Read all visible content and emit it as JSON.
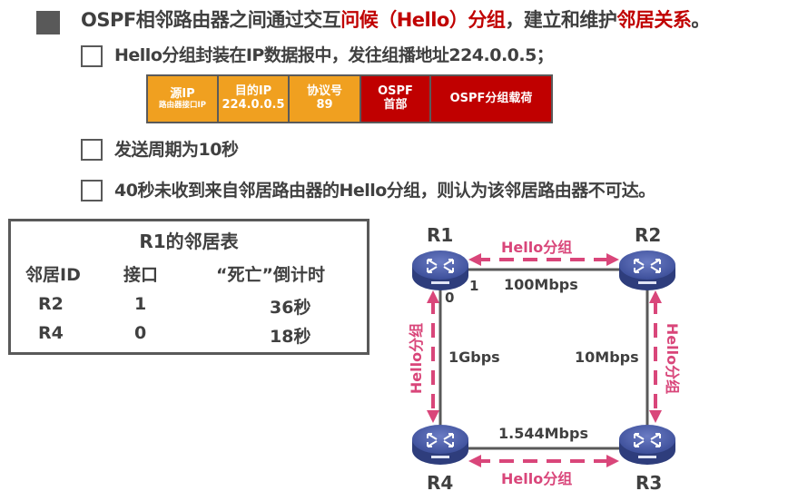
{
  "bullet_main": {
    "text_part1": "OSPF相邻路由器之间通过交互",
    "text_highlight1": "问候（Hello）分组",
    "text_part2": "，建立和维护",
    "text_highlight2": "邻居关系",
    "text_part3": "。"
  },
  "sub_bullets": [
    {
      "text": "Hello分组封装在IP数据报中，发往组播地址224.0.0.5；"
    },
    {
      "text": "发送周期为10秒"
    },
    {
      "text": "40秒未收到来自邻居路由器的Hello分组，则认为该邻居路由器不可达。"
    }
  ],
  "packet": {
    "cells": [
      {
        "line1": "源IP",
        "line2": "路由器接口IP",
        "color": "#f0a020"
      },
      {
        "line1": "目的IP",
        "line2": "224.0.0.5",
        "color": "#f0a020"
      },
      {
        "line1": "协议号",
        "line2": "89",
        "color": "#f0a020"
      },
      {
        "line1": "OSPF",
        "line2": "首部",
        "color": "#c00000"
      },
      {
        "line1": "OSPF分组载荷",
        "line2": "",
        "color": "#c00000"
      }
    ]
  },
  "neighbor_table": {
    "title": "R1的邻居表",
    "headers": [
      "邻居ID",
      "接口",
      "“死亡”倒计时"
    ],
    "rows": [
      [
        "R2",
        "1",
        "36秒"
      ],
      [
        "R4",
        "0",
        "18秒"
      ]
    ]
  },
  "topology": {
    "routers": [
      "R1",
      "R2",
      "R3",
      "R4"
    ],
    "links": [
      {
        "from": "R1",
        "to": "R2",
        "bandwidth": "100Mbps"
      },
      {
        "from": "R1",
        "to": "R4",
        "bandwidth": "1Gbps"
      },
      {
        "from": "R2",
        "to": "R3",
        "bandwidth": "10Mbps"
      },
      {
        "from": "R4",
        "to": "R3",
        "bandwidth": "1.544Mbps"
      }
    ],
    "r1_ports": {
      "to_r2": "1",
      "to_r4": "0"
    },
    "hello_label": "Hello分组",
    "hello_color": "#d9467a",
    "router_color": "#3d4f9a"
  },
  "colors": {
    "text": "#404040",
    "highlight_red": "#c00000",
    "packet_orange": "#f0a020",
    "packet_red": "#c00000"
  }
}
